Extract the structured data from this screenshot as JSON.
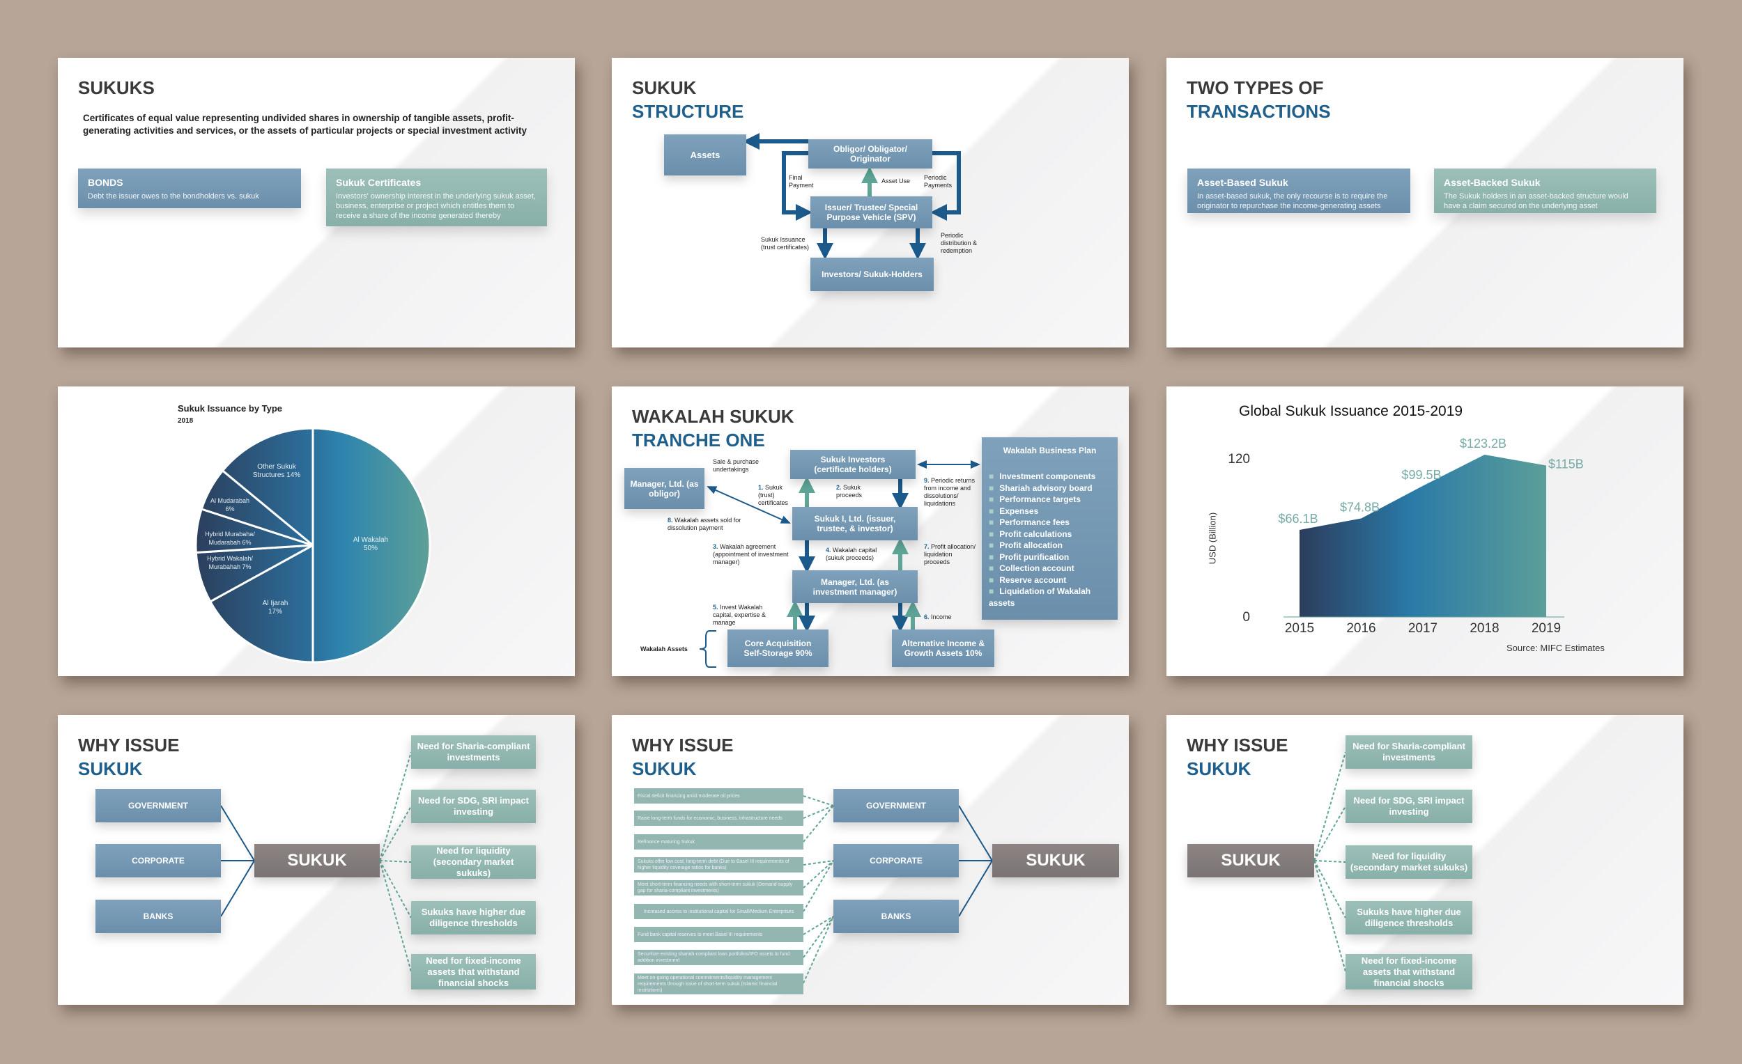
{
  "s1": {
    "title": "SUKUKS",
    "desc": "Certificates of equal value representing undivided shares in ownership of tangible assets, profit-generating activities and services, or the assets of particular projects or special investment activity",
    "bonds": {
      "title": "BONDS",
      "text": "Debt the issuer owes to the bondholders vs. sukuk"
    },
    "cert": {
      "title": "Sukuk Certificates",
      "text": "Investors' ownership interest in the underlying sukuk asset, business, enterprise or project which entitles them to receive a share of the income generated thereby"
    }
  },
  "s2": {
    "title1": "SUKUK",
    "title2": "STRUCTURE",
    "assets": "Assets",
    "obligor": "Obligor/ Obligator/ Originator",
    "issuer": "Issuer/ Trustee/ Special Purpose Vehicle (SPV)",
    "investors": "Investors/ Sukuk-Holders",
    "final_payment": "Final Payment",
    "asset_use": "Asset Use",
    "periodic_payments": "Periodic Payments",
    "issuance": "Sukuk Issuance (trust certificates)",
    "distribution": "Periodic distribution & redemption"
  },
  "s3": {
    "title1": "TWO TYPES OF",
    "title2": "TRANSACTIONS",
    "based": {
      "title": "Asset-Based Sukuk",
      "text": "In asset-based sukuk, the only recourse is to require the originator to repurchase the income-generating assets"
    },
    "backed": {
      "title": "Asset-Backed Sukuk",
      "text": "The Sukuk holders in an asset-backed structure would have a claim secured on the underlying asset"
    }
  },
  "s5": {
    "title1": "WAKALAH SUKUK",
    "title2": "TRANCHE ONE",
    "obligor": "Manager, Ltd. (as obligor)",
    "investors": "Sukuk Investors (certificate holders)",
    "issuer": "Sukuk I, Ltd. (issuer, trustee, & investor)",
    "manager": "Manager, Ltd. (as investment manager)",
    "core": "Core Acquisition Self-Storage 90%",
    "alt": "Alternative Income & Growth Assets 10%",
    "wakalah_assets": "Wakalah Assets",
    "sale": "Sale & purchase undertakings",
    "l1n": "1.",
    "l1": "Sukuk (trust) certificates",
    "l2n": "2.",
    "l2": "Sukuk proceeds",
    "l3n": "3.",
    "l3": "Wakalah agreement (appointment of investment manager)",
    "l4n": "4.",
    "l4": "Wakalah capital (sukuk proceeds)",
    "l5n": "5.",
    "l5": "Invest Wakalah capital, expertise & manage",
    "l6n": "6.",
    "l6": "Income",
    "l7n": "7.",
    "l7": "Profit allocation/ liquidation proceeds",
    "l8n": "8.",
    "l8": "Wakalah assets sold for dissolution payment",
    "l9n": "9.",
    "l9": "Periodic returns from income and dissolutions/ liquidations",
    "plan": {
      "title": "Wakalah Business Plan",
      "items": [
        "Investment components",
        "Shariah advisory board",
        "Performance targets",
        "Expenses",
        "Performance fees",
        "Profit calculations",
        "Profit allocation",
        "Profit purification",
        "Collection account",
        "Reserve account",
        "Liquidation of Wakalah assets"
      ]
    }
  },
  "chart_data": [
    {
      "type": "pie",
      "title": "Sukuk Issuance by Type",
      "subtitle": "2018",
      "slices": [
        {
          "label": "Al Wakalah",
          "value": 50,
          "text": "Al Wakalah 50%"
        },
        {
          "label": "Al Ijarah",
          "value": 17,
          "text": "Al Ijarah 17%"
        },
        {
          "label": "Hybrid Wakalah/ Murabahah",
          "value": 7,
          "text": "Hybrid Wakalah/ Murabahah 7%"
        },
        {
          "label": "Hybrid Murabaha/ Mudarabah",
          "value": 6,
          "text": "Hybrid Murabaha/ Mudarabah 6%"
        },
        {
          "label": "Al Mudarabah",
          "value": 6,
          "text": "Al Mudarabah 6%"
        },
        {
          "label": "Other Sukuk Structures",
          "value": 14,
          "text": "Other Sukuk Structures 14%"
        }
      ]
    },
    {
      "type": "area",
      "title": "Global Sukuk Issuance 2015-2019",
      "ylabel": "USD (Billion)",
      "xlabel": "",
      "source": "Source: MIFC Estimates",
      "x": [
        "2015",
        "2016",
        "2017",
        "2018",
        "2019"
      ],
      "values": [
        66.1,
        74.8,
        99.5,
        123.2,
        115
      ],
      "labels": [
        "$66.1B",
        "$74.8B",
        "$99.5B",
        "$123.2B",
        "$115B"
      ],
      "yticks": [
        "0",
        "120"
      ],
      "ylim": [
        0,
        120
      ],
      "grid": false
    }
  ],
  "why": {
    "title1": "WHY ISSUE",
    "title2": "SUKUK",
    "center": "SUKUK",
    "issuers": [
      "GOVERNMENT",
      "CORPORATE",
      "BANKS"
    ],
    "needs": [
      "Need for Sharia-compliant investments",
      "Need for SDG, SRI impact investing",
      "Need for liquidity (secondary market sukuks)",
      "Sukuks have higher due diligence thresholds",
      "Need for fixed-income assets that withstand financial shocks"
    ],
    "reasons": [
      "Fiscal deficit financing amid moderate oil prices",
      "Raise long-term funds for economic, business, infrastructure needs",
      "Refinance maturing Sukuk",
      "Sukuks offer low cost, long-term debt (Due to Basel III requirements of higher liquidity coverage ratios for banks)",
      "Meet short-term financing needs with short-term sukuk (Demand-supply gap for sharia-compliant investments)",
      "Increased access to institutional capital for Small/Medium Enterprises",
      "Fund bank capital reserves to meet Basel III requirements",
      "Securitize existing shariah-compliant loan portfolios/IFO assets to fund addition investment",
      "Meet on-going operational commitments/liquidity management requirements through issue of short-term sukuk (Islamic financial institutions)"
    ]
  },
  "colors": {
    "title_blue": "#1f5f8b",
    "box_blue": "#7497b2",
    "box_teal": "#90b4ae",
    "box_gray": "#827b7a",
    "background": "#b7a597"
  }
}
